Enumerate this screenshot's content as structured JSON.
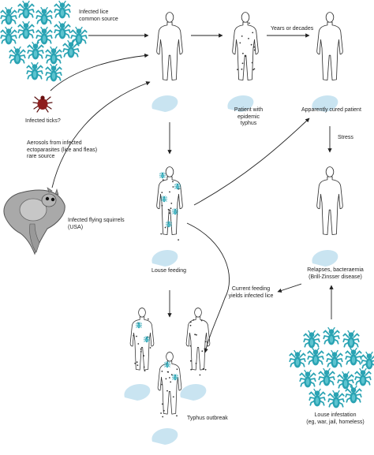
{
  "labels": {
    "infected_lice_source": "Infected lice\ncommon source",
    "infected_ticks": "Infected ticks?",
    "aerosols": "Aerosols from infected\nectoparasites (lice and fleas)\nrare source",
    "flying_squirrels": "Infected flying squirrels\n(USA)",
    "patient_typhus": "Patient with\nepidemic\ntyphus",
    "years_or_decades": "Years or decades",
    "apparently_cured": "Apparently cured patient",
    "stress": "Stress",
    "louse_feeding": "Louse feeding",
    "relapses": "Relapses, bacteraemia\n(Brill-Zinsser disease)",
    "current_feeding": "Current feeding\nyields infected lice",
    "typhus_outbreak": "Typhus outbreak",
    "louse_infestation": "Louse infestation\n(eg, war, jail, homeless)"
  },
  "colors": {
    "louse": "#2aa3b3",
    "louse_dark": "#14707c",
    "tick": "#8e1e1e",
    "squirrel": "#a9a9a9",
    "body_outline": "#333333",
    "shadow": "#bfdfee",
    "dot": "#333333",
    "arrow": "#222222"
  },
  "icons": [
    "louse-icon",
    "tick-icon",
    "flying-squirrel-icon",
    "human-figure-icon",
    "arrow-icon"
  ]
}
